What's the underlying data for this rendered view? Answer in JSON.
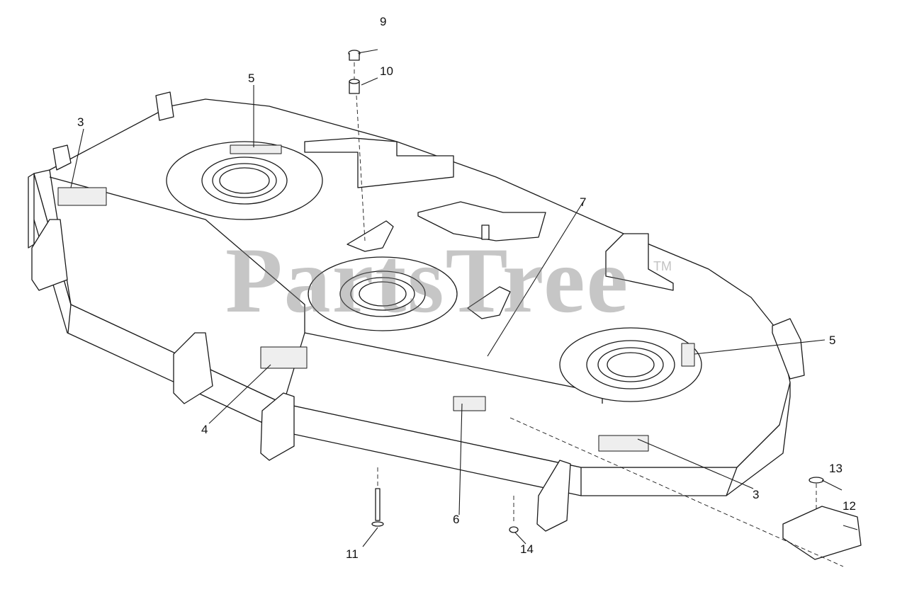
{
  "watermark": {
    "text": "PartsTree",
    "trademark": "TM"
  },
  "callouts": {
    "c3a": "3",
    "c3b": "3",
    "c4": "4",
    "c5a": "5",
    "c5b": "5",
    "c6": "6",
    "c7": "7",
    "c9": "9",
    "c10": "10",
    "c11": "11",
    "c12": "12",
    "c13": "13",
    "c14": "14"
  },
  "colors": {
    "line": "#1a1a1a",
    "fill": "#ffffff",
    "watermark": "#8a8a8a"
  }
}
